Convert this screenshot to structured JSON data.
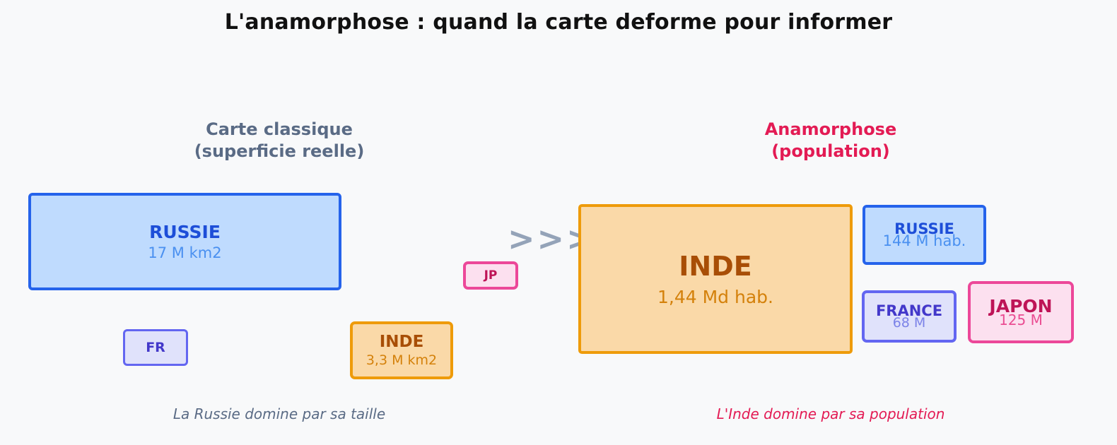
{
  "title": "L'anamorphose : quand la carte deforme pour informer",
  "background_color": "#f8f9fa",
  "columns": {
    "left": {
      "header_line1": "Carte classique",
      "header_line2": "(superficie reelle)",
      "header_color": "#5a6b85",
      "caption": "La Russie domine par sa taille"
    },
    "right": {
      "header_line1": "Anamorphose",
      "header_line2": "(population)",
      "header_color": "#e31b54",
      "caption": "L'Inde domine par sa population"
    }
  },
  "transition": {
    "arrow_glyph": ">",
    "arrow_count": 3,
    "arrow_color": "#94a3b8"
  },
  "chart_data": {
    "type": "treemap",
    "title": "L'anamorphose : quand la carte deforme pour informer",
    "panels": [
      {
        "name": "carte-classique",
        "title": "Carte classique",
        "subtitle": "(superficie reelle)",
        "metric": "superficie",
        "unit": "M km2",
        "caption": "La Russie domine par sa taille",
        "items": [
          {
            "id": "russie",
            "label": "RUSSIE",
            "value": "17 M km2",
            "number": 17,
            "theme": "blue",
            "fill": "#bfdbfe",
            "border": "#2563eb"
          },
          {
            "id": "france",
            "label": "FR",
            "value": "",
            "number": 0.55,
            "theme": "indigo",
            "fill": "#e0e2fb",
            "border": "#6366f1"
          },
          {
            "id": "inde",
            "label": "INDE",
            "value": "3,3 M km2",
            "number": 3.3,
            "theme": "orange",
            "fill": "#fad9a8",
            "border": "#ee9b0a"
          },
          {
            "id": "japon",
            "label": "JP",
            "value": "",
            "number": 0.38,
            "theme": "pink",
            "fill": "#fce0ef",
            "border": "#ec4899"
          }
        ]
      },
      {
        "name": "anamorphose",
        "title": "Anamorphose",
        "subtitle": "(population)",
        "metric": "population",
        "unit": "habitants",
        "caption": "L'Inde domine par sa population",
        "items": [
          {
            "id": "inde",
            "label": "INDE",
            "value": "1,44 Md hab.",
            "number": 1440,
            "theme": "orange",
            "fill": "#fad9a8",
            "border": "#ee9b0a"
          },
          {
            "id": "russie",
            "label": "RUSSIE",
            "value": "144 M hab.",
            "number": 144,
            "theme": "blue",
            "fill": "#bfdbfe",
            "border": "#2563eb"
          },
          {
            "id": "france",
            "label": "FRANCE",
            "value": "68 M",
            "number": 68,
            "theme": "indigo",
            "fill": "#e0e2fb",
            "border": "#6366f1"
          },
          {
            "id": "japon",
            "label": "JAPON",
            "value": "125 M",
            "number": 125,
            "theme": "pink",
            "fill": "#fce0ef",
            "border": "#ec4899"
          }
        ]
      }
    ]
  }
}
